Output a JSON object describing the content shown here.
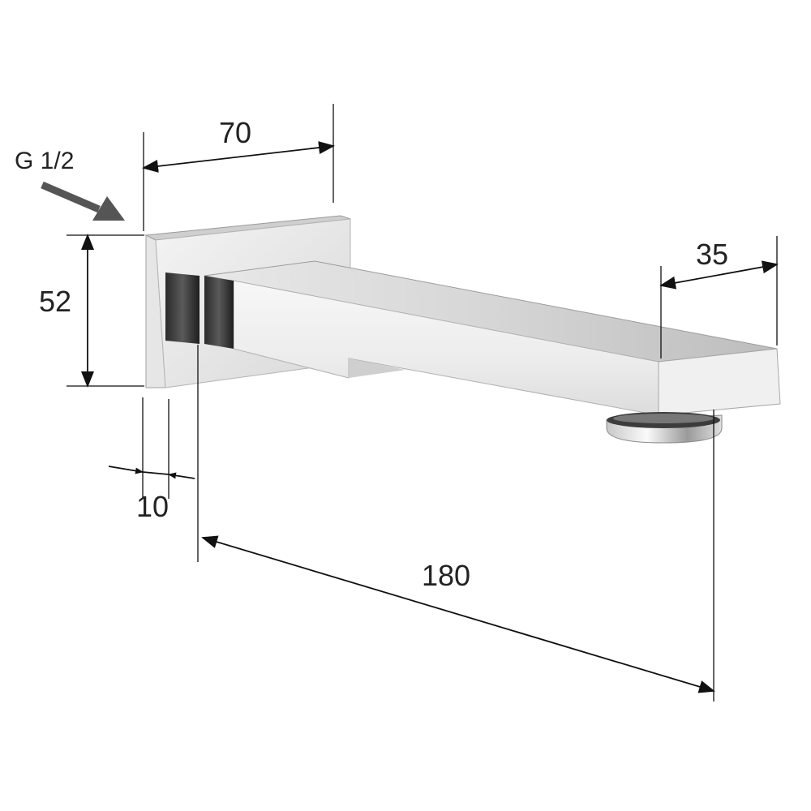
{
  "drawing": {
    "thread_label": "G 1/2",
    "dimensions": {
      "outlet_offset": "70",
      "plate_height": "52",
      "plate_thickness": "10",
      "spout_length": "180",
      "spout_tip": "35"
    }
  },
  "colors": {
    "ink": "#111111",
    "arrow_gray": "#555555",
    "chrome_light": "#f2f2f2",
    "chrome_mid": "#d0d0d0",
    "chrome_dark": "#3a3a3a"
  }
}
